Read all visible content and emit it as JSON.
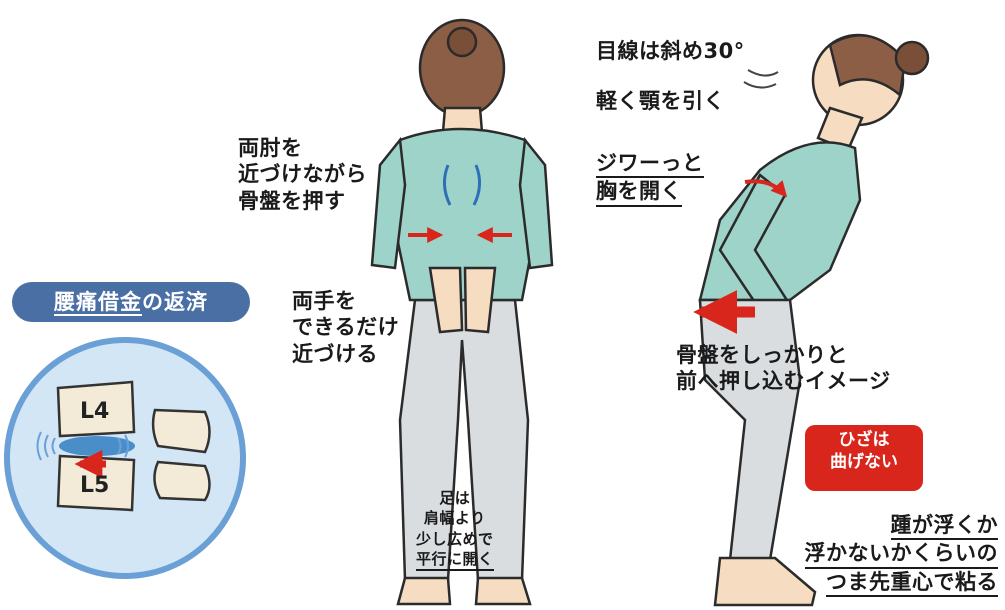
{
  "colors": {
    "shirt": "#9ed3c9",
    "pants": "#d9dde0",
    "skin": "#f6dcc0",
    "hair": "#8b5e45",
    "arrow_red": "#d8261c",
    "badge_blue": "#4a6fa5",
    "circle_fill": "#d3e6f6",
    "disc_blue": "#4a8ec9"
  },
  "title_badge": {
    "part_underlined": "腰痛借金",
    "part_rest": "の返済"
  },
  "spine_diagram": {
    "upper_label": "L4",
    "lower_label": "L5"
  },
  "back_view": {
    "elbows": [
      "両肘を",
      "近づけながら",
      "骨盤を押す"
    ],
    "hands": [
      "両手を",
      "できるだけ",
      "近づける"
    ],
    "feet": [
      "足は",
      "肩幅より",
      "少し広めで",
      "平行に開く"
    ]
  },
  "side_view": {
    "gaze": "目線は斜め30°",
    "chin": "軽く顎を引く",
    "chest": [
      "ジワーっと",
      "胸を開く"
    ],
    "pelvis": [
      "骨盤をしっかりと",
      "前へ押し込むイメージ"
    ],
    "knee_badge": [
      "ひざは",
      "曲げない"
    ],
    "heel": [
      "踵が浮くか",
      "浮かないかくらいの",
      "つま先重心で粘る"
    ]
  }
}
